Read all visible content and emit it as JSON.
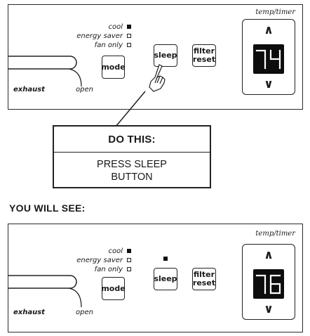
{
  "panel_before": {
    "modes": [
      {
        "label": "cool",
        "active": true
      },
      {
        "label": "energy saver",
        "active": false
      },
      {
        "label": "fan only",
        "active": false
      }
    ],
    "mode_button": "mode",
    "sleep_button": "sleep",
    "filter_button": [
      "filter",
      "reset"
    ],
    "exhaust_label": "exhaust",
    "open_label": "open",
    "timer_label": "temp/timer",
    "up_arrow": "∧",
    "down_arrow": "∨",
    "display_value": "74"
  },
  "callout": {
    "title": "DO THIS:",
    "body_line1": "PRESS SLEEP",
    "body_line2": "BUTTON"
  },
  "result_heading": "YOU WILL SEE:",
  "panel_after": {
    "modes": [
      {
        "label": "cool",
        "active": true
      },
      {
        "label": "energy saver",
        "active": false
      },
      {
        "label": "fan only",
        "active": false
      }
    ],
    "mode_button": "mode",
    "sleep_button": "sleep",
    "sleep_indicator_on": true,
    "filter_button": [
      "filter",
      "reset"
    ],
    "exhaust_label": "exhaust",
    "open_label": "open",
    "timer_label": "temp/timer",
    "up_arrow": "∧",
    "down_arrow": "∨",
    "display_value": "76"
  }
}
